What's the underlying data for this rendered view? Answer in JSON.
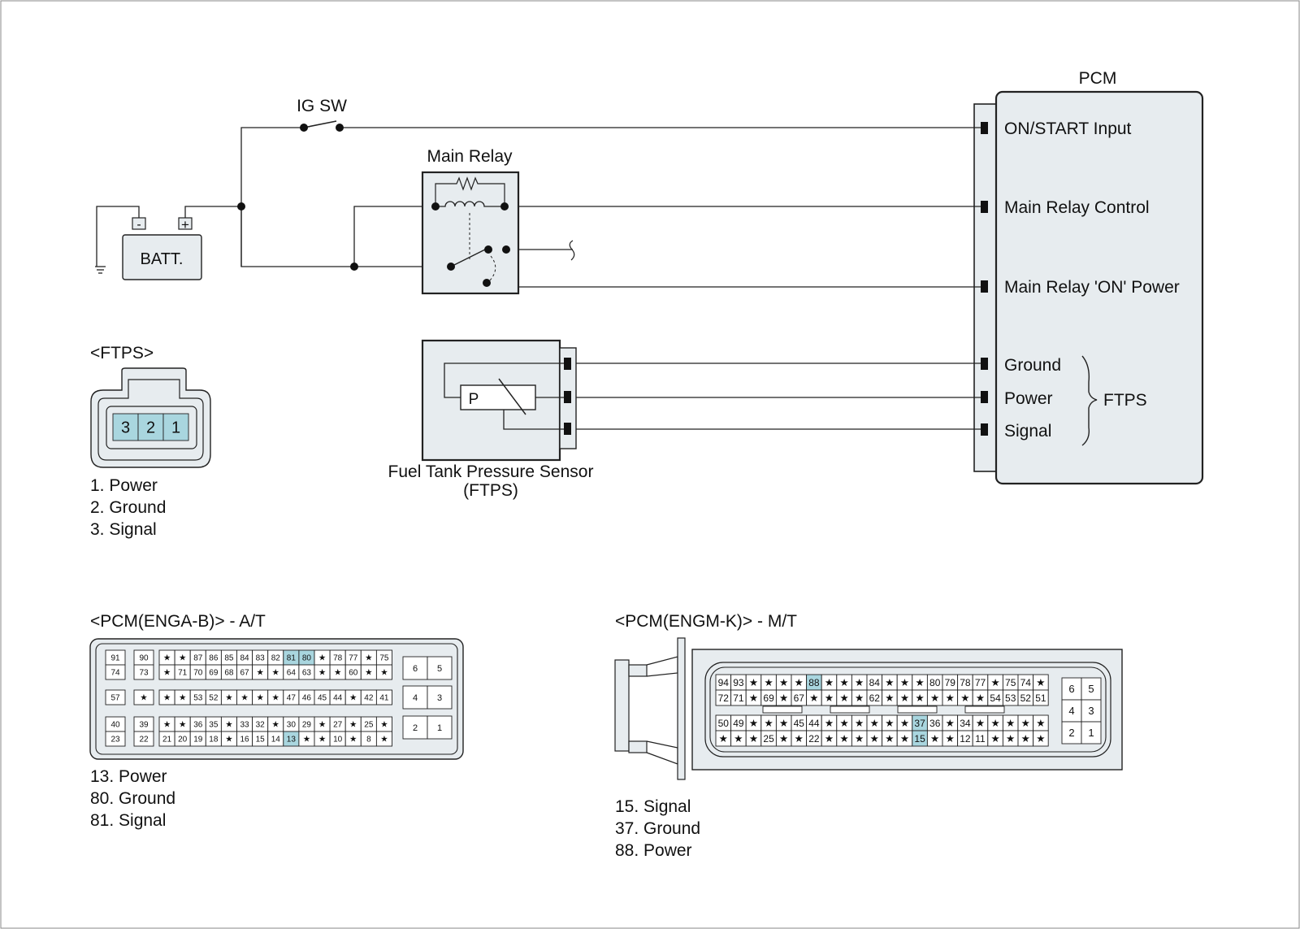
{
  "colors": {
    "highlight": "#a9d6df",
    "fill": "#e7ecef",
    "line": "#222222"
  },
  "pcm": {
    "title": "PCM",
    "pins": {
      "on_start": "ON/START Input",
      "relay_control": "Main Relay Control",
      "relay_on_power": "Main Relay 'ON' Power",
      "ground": "Ground",
      "power": "Power",
      "signal": "Signal"
    },
    "group_label": "FTPS"
  },
  "circuit": {
    "ig_sw": "IG SW",
    "main_relay": "Main Relay",
    "batt": "BATT.",
    "batt_minus": "-",
    "batt_plus": "+"
  },
  "sensor": {
    "p_label": "P",
    "name_line1": "Fuel Tank Pressure Sensor",
    "name_line2": "(FTPS)"
  },
  "ftps_connector": {
    "title": "<FTPS>",
    "pins": [
      "3",
      "2",
      "1"
    ],
    "legend": [
      "1. Power",
      "2. Ground",
      "3. Signal"
    ]
  },
  "pcm_at": {
    "title": "<PCM(ENGA-B)> - A/T",
    "blocks": [
      [
        [
          "91",
          "74"
        ],
        [
          "90",
          "73"
        ]
      ],
      [
        [
          "57"
        ],
        [
          "★"
        ]
      ],
      [
        [
          "40",
          "23"
        ],
        [
          "39",
          "22"
        ]
      ]
    ],
    "grid": [
      [
        [
          "★",
          "★",
          "87",
          "86",
          "85",
          "84",
          "83",
          "82",
          "81",
          "80",
          "★",
          "78",
          "77",
          "★",
          "75"
        ],
        [
          "★",
          "71",
          "70",
          "69",
          "68",
          "67",
          "★",
          "★",
          "64",
          "63",
          "★",
          "★",
          "60",
          "★",
          "★"
        ]
      ],
      [
        [
          "★",
          "★",
          "53",
          "52",
          "★",
          "★",
          "★",
          "★",
          "47",
          "46",
          "45",
          "44",
          "★",
          "42",
          "41"
        ]
      ],
      [
        [
          "★",
          "★",
          "36",
          "35",
          "★",
          "33",
          "32",
          "★",
          "30",
          "29",
          "★",
          "27",
          "★",
          "25",
          "★"
        ],
        [
          "21",
          "20",
          "19",
          "18",
          "★",
          "16",
          "15",
          "14",
          "13",
          "★",
          "★",
          "10",
          "★",
          "8",
          "★"
        ]
      ]
    ],
    "right_blocks": [
      [
        "6",
        "5"
      ],
      [
        "4",
        "3"
      ],
      [
        "2",
        "1"
      ]
    ],
    "highlighted": [
      "81",
      "80",
      "13"
    ],
    "legend": [
      "13. Power",
      "80. Ground",
      "81. Signal"
    ]
  },
  "pcm_mt": {
    "title": "<PCM(ENGM-K)> - M/T",
    "grid": [
      [
        "94",
        "93",
        "★",
        "★",
        "★",
        "★",
        "88",
        "★",
        "★",
        "★",
        "84",
        "★",
        "★",
        "★",
        "80",
        "79",
        "78",
        "77",
        "★",
        "75",
        "74",
        "★"
      ],
      [
        "72",
        "71",
        "★",
        "69",
        "★",
        "67",
        "★",
        "★",
        "★",
        "★",
        "62",
        "★",
        "★",
        "★",
        "★",
        "★",
        "★",
        "★",
        "54",
        "53",
        "52",
        "51"
      ],
      [
        "50",
        "49",
        "★",
        "★",
        "★",
        "45",
        "44",
        "★",
        "★",
        "★",
        "★",
        "★",
        "★",
        "37",
        "36",
        "★",
        "34",
        "★",
        "★",
        "★",
        "★",
        "★"
      ],
      [
        "★",
        "★",
        "★",
        "25",
        "★",
        "★",
        "22",
        "★",
        "★",
        "★",
        "★",
        "★",
        "★",
        "15",
        "★",
        "★",
        "12",
        "11",
        "★",
        "★",
        "★",
        "★"
      ]
    ],
    "right_pins": [
      [
        "6",
        "5"
      ],
      [
        "4",
        "3"
      ],
      [
        "2",
        "1"
      ]
    ],
    "highlighted": [
      "88",
      "37",
      "15"
    ],
    "legend": [
      "15. Signal",
      "37. Ground",
      "88. Power"
    ]
  }
}
